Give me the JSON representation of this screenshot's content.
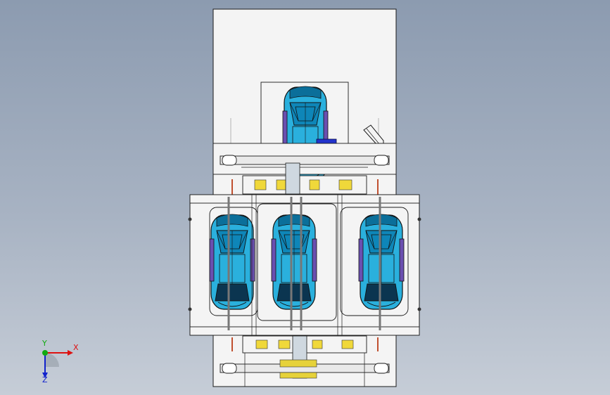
{
  "viewport": {
    "background_top": "#8c9bb0",
    "background_bottom": "#c6cdd7"
  },
  "model": {
    "frame_color": "#f4f4f4",
    "outline_color": "#1a1a1a",
    "car_body_color": "#2ab0dd",
    "car_window_color": "#0b6f9a",
    "car_side_color": "#6a4fb0",
    "motor_color": "#2233cc",
    "bracket_color": "#e6d23a",
    "cars_visible": 4
  },
  "triad": {
    "x_label": "X",
    "y_label": "Y",
    "z_label": "Z",
    "x_color": "#dd1111",
    "y_color": "#11aa11",
    "z_color": "#1122cc",
    "icons": [
      "triad-x-arrow",
      "triad-y-dot",
      "triad-z-arrow"
    ]
  }
}
